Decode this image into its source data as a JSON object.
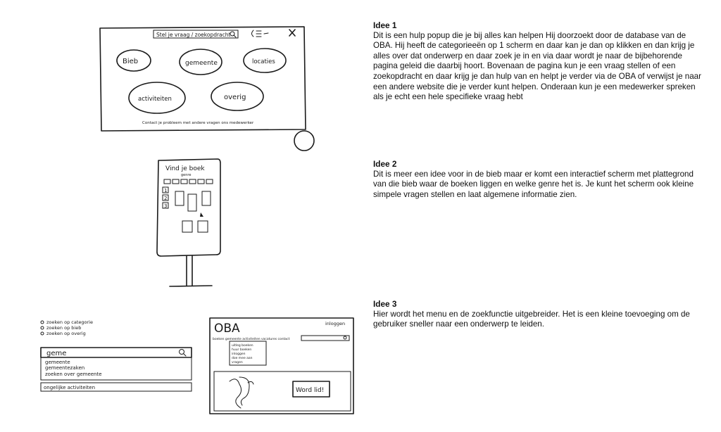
{
  "ideas": [
    {
      "title": "Idee 1",
      "text": "Dit is een hulp popup die je bij alles kan helpen Hij doorzoekt door de database van de OBA. Hij heeft de categorieeën op 1 scherm en daar kan je dan op klikken en dan krijg je alles over dat onderwerp en daar zoek je in en via daar wordt je naar de bijbehorende pagina geleid die daarbij hoort. Bovenaan de pagina kun je een vraag stellen of een zoekopdracht en daar krijg je dan hulp van en helpt je verder via de OBA of verwijst je naar een andere website die je verder kunt helpen. Onderaan kun je een medewerker spreken als je echt een hele specifieke vraag hebt"
    },
    {
      "title": "Idee 2",
      "text": "Dit is meer een idee voor in de bieb maar er komt een interactief scherm met plattegrond van die bieb waar de boeken liggen en welke genre het is. Je kunt het scherm ook kleine simpele vragen stellen en laat algemene informatie zien."
    },
    {
      "title": "Idee 3",
      "text": "Hier wordt het menu en de zoekfunctie uitgebreider. Het is een kleine toevoeging om de gebruiker sneller naar een onderwerp te leiden."
    }
  ],
  "sketch1": {
    "search_text": "Stel je vraag / zoekopdracht",
    "bubbles": [
      "Bieb",
      "gemeente",
      "locaties",
      "activiteiten",
      "overig"
    ],
    "footer_text": "Contact je probleem met andere vragen ons medewerker"
  },
  "sketch2": {
    "title": "Vind je boek",
    "subtitle": "genre",
    "side_numbers": [
      "1",
      "2",
      "3"
    ]
  },
  "sketch3": {
    "radio_options": [
      "zoeken op categorie",
      "zoeken op bieb",
      "zoeken op overig"
    ],
    "search_value": "geme",
    "suggestions": [
      "gemeente",
      "gemeentezaken",
      "zoeken over gemeente"
    ],
    "footer_suggestion": "ongelijke activiteiten",
    "logo": "OBA",
    "login": "inloggen",
    "nav_text": "boeken gemeente activiteiten vacatures contact",
    "dropdown_items": [
      "uitleg boeken",
      "huur boeken",
      "inloggen",
      "doe mee aan",
      "vragen"
    ],
    "cta": "Word lid!"
  }
}
